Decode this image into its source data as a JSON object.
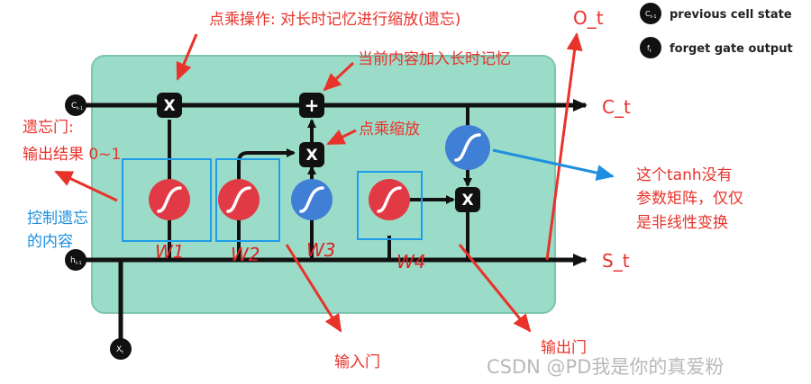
{
  "legend": {
    "prev_cell_symbol": "C",
    "prev_cell_sub": "t-1",
    "prev_cell_label": "previous cell state",
    "forget_symbol": "f",
    "forget_sub": "t",
    "forget_label": "forget gate output"
  },
  "annotations": {
    "pointwise_mul": "点乘操作: 对长时记忆进行缩放(遗忘)",
    "add_long_term": "当前内容加入长时记忆",
    "pointwise_scale": "点乘缩放",
    "forget_gate_line1": "遗忘门:",
    "forget_gate_line2": "输出结果 0~1",
    "control_forget_line1": "控制遗忘",
    "control_forget_line2": "的内容",
    "tanh_line1": "这个tanh没有",
    "tanh_line2": "参数矩阵，仅仅",
    "tanh_line3": "是非线性变换",
    "input_gate": "输入门",
    "output_gate": "输出门"
  },
  "outputs": {
    "o_t": "O_t",
    "c_t": "C_t",
    "s_t": "S_t"
  },
  "inputs": {
    "c_prev": "C",
    "c_prev_sub": "t-1",
    "h_prev": "h",
    "h_prev_sub": "t-1",
    "x_t": "X",
    "x_t_sub": "t"
  },
  "ops": {
    "mul": "X",
    "add": "+"
  },
  "weights": {
    "w1": "W1",
    "w2": "W2",
    "w3": "W3",
    "w4": "W4"
  },
  "watermark": "CSDN @PD我是你的真爱粉",
  "colors": {
    "cell_fill": "#9bdcc8",
    "cell_border": "#7cc5ae",
    "sigmoid": "#e23a44",
    "tanh": "#3f7fd6",
    "annotation_red": "#e8322a",
    "annotation_blue": "#1e8fe0",
    "gate_box": "#1e9ce8",
    "handwriting": "#e02020"
  }
}
